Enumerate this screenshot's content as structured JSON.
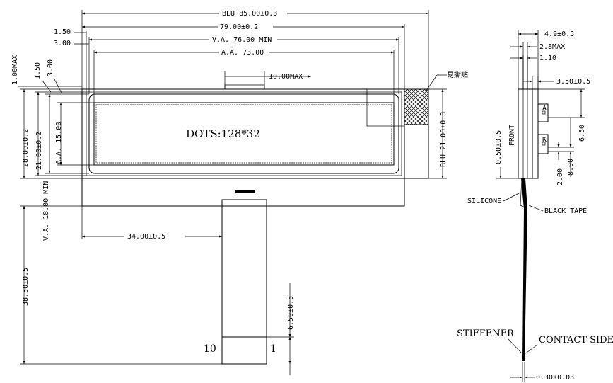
{
  "front_view": {
    "dims": {
      "blu_width": "BLU 85.00±0.3",
      "outline_width": "79.00±0.2",
      "va_width": "V.A. 76.00 MIN",
      "aa_width": "A.A. 73.00",
      "edge_150": "1.50",
      "edge_300": "3.00",
      "edge_150_v": "1.50",
      "edge_300_v": "3.00",
      "max_100": "1.00MAX",
      "notch": "10.00MAX",
      "height_28": "28.00±0.2",
      "height_21": "21.00±0.2",
      "aa_15": "A.A. 15.00",
      "va_18": "V.A. 18.00 MIN",
      "blu_21": "BLU 21.00±0.3",
      "fpc_offset": "34.00±0.5",
      "total_height": "38.50±0.5",
      "stiffener_h": "6.50±0.5"
    },
    "dots_label": "DOTS:128*32",
    "tape_label": "易撕贴",
    "pin_left": "10",
    "pin_right": "1"
  },
  "side_view": {
    "dims": {
      "thickness": "4.9±0.5",
      "max_28": "2.8MAX",
      "d_110": "1.10",
      "d_350": "3.50±0.5",
      "d_650": "6.50",
      "d_050": "0.50±0.5",
      "d_200": "2.00",
      "d_800": "8.00",
      "fpc_thick": "0.30±0.03"
    },
    "front_label": "FRONT",
    "anode": "A",
    "cathode": "K",
    "silicone": "SILICONE",
    "black_tape": "BLACK TAPE",
    "stiffener": "STIFFENER",
    "contact_side": "CONTACT SIDE"
  }
}
